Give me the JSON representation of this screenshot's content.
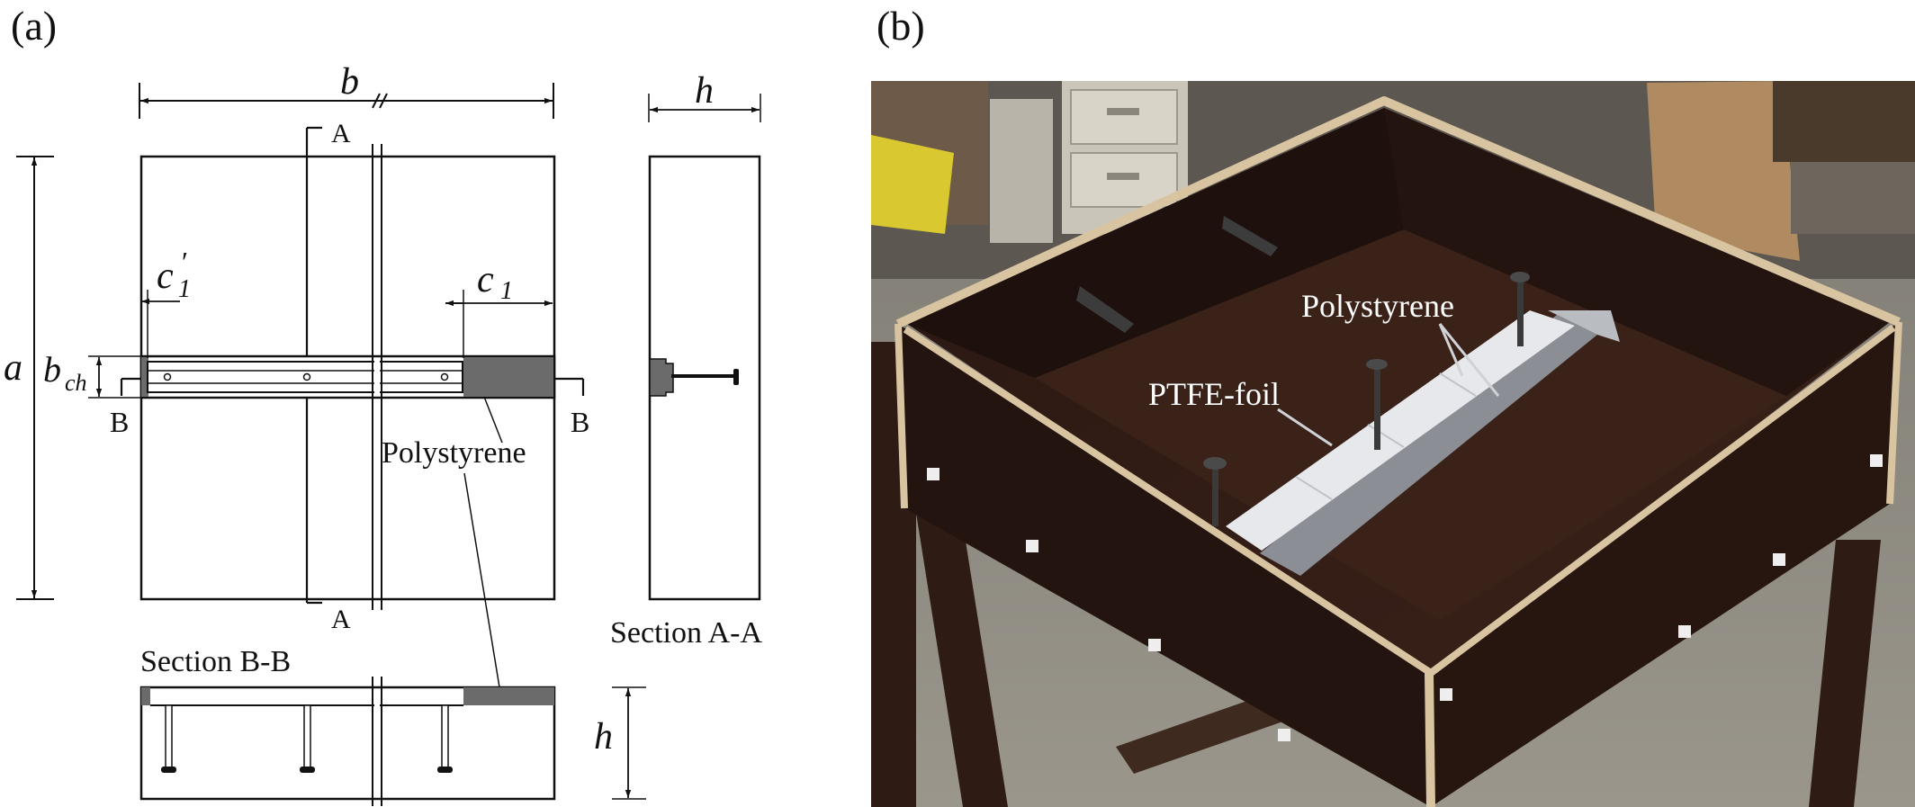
{
  "panel_a": {
    "label": "(a)",
    "dim_b": "b",
    "dim_h": "h",
    "dim_a": "a",
    "dim_bch_base": "b",
    "dim_bch_sub": "ch",
    "dim_c1prime_base": "c",
    "dim_c1prime_prime": "′",
    "dim_c1prime_sub": "1",
    "dim_c1_base": "c",
    "dim_c1_sub": "1",
    "marker_A_top": "A",
    "marker_A_bottom": "A",
    "marker_B_left": "B",
    "marker_B_right": "B",
    "polystyrene_label": "Polystyrene",
    "section_bb_label": "Section B-B",
    "section_aa_label": "Section A-A",
    "dim_h_section": "h"
  },
  "panel_b": {
    "label": "(b)",
    "polystyrene_label": "Polystyrene",
    "ptfe_label": "PTFE-foil"
  }
}
